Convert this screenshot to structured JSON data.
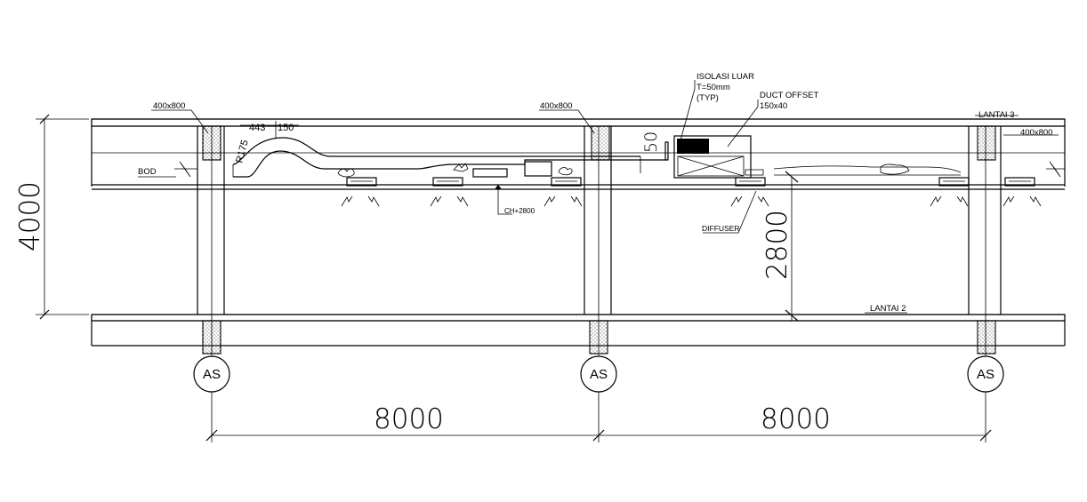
{
  "labels": {
    "beam_top_left": "400x800",
    "beam_top_mid": "400x800",
    "beam_top_right": "400x800",
    "lantai_3": "LANTAI 3",
    "lantai_2": "LANTAI 2",
    "isolasi_line1": "ISOLASI LUAR",
    "isolasi_line2": "T=50mm",
    "isolasi_line3": "(TYP)",
    "duct_offset_line1": "DUCT OFFSET",
    "duct_offset_line2": "150x40",
    "bod": "BOD",
    "ch": "CH+2800",
    "diffuser": "DIFFUSER",
    "dim_443": "443",
    "dim_150": "150",
    "dim_r175": "R175",
    "dim_50": "50"
  },
  "dimensions": {
    "height_total": "4000",
    "clear_height": "2800",
    "bay_left": "8000",
    "bay_right": "8000"
  },
  "grid_bubbles": [
    "AS",
    "AS",
    "AS"
  ],
  "colors": {
    "line": "#000000",
    "background": "#ffffff"
  }
}
